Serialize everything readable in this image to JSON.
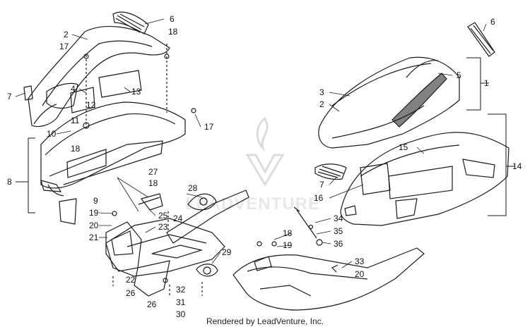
{
  "colors": {
    "line": "#1a1a1a",
    "watermark": "#dcdcdc"
  },
  "watermark": {
    "text": "LEADVENTURE",
    "icon": "leadventure-logo-icon"
  },
  "footer": {
    "text": "Rendered by LeadVenture, Inc."
  },
  "callouts": [
    "1",
    "2",
    "3",
    "4",
    "5",
    "6",
    "7",
    "8",
    "9",
    "10",
    "11",
    "12",
    "13",
    "14",
    "15",
    "16",
    "17",
    "18",
    "19",
    "20",
    "21",
    "22",
    "23",
    "24",
    "25",
    "26",
    "27",
    "28",
    "29",
    "30",
    "31",
    "32",
    "33",
    "34",
    "35",
    "36"
  ],
  "labels": {
    "c6a": "6",
    "c18a": "18",
    "c2a": "2",
    "c17a": "17",
    "c4": "4",
    "c13": "13",
    "c7a": "7",
    "c12": "12",
    "c11": "11",
    "c17b": "17",
    "c10": "10",
    "c18b": "18",
    "c8": "8",
    "c27": "27",
    "c18c": "18",
    "c9": "9",
    "c28": "28",
    "c19a": "19",
    "c25": "25",
    "c20a": "20",
    "c23": "23",
    "c24": "24",
    "c21": "21",
    "c29": "29",
    "c22": "22",
    "c26a": "26",
    "c32": "32",
    "c31": "31",
    "c26b": "26",
    "c30": "30",
    "c6b": "6",
    "c1": "1",
    "c5": "5",
    "c3": "3",
    "c2b": "2",
    "c14": "14",
    "c15": "15",
    "c7b": "7",
    "c16": "16",
    "c34": "34",
    "c35": "35",
    "c18d": "18",
    "c19b": "19",
    "c36": "36",
    "c33": "33",
    "c20b": "20"
  }
}
